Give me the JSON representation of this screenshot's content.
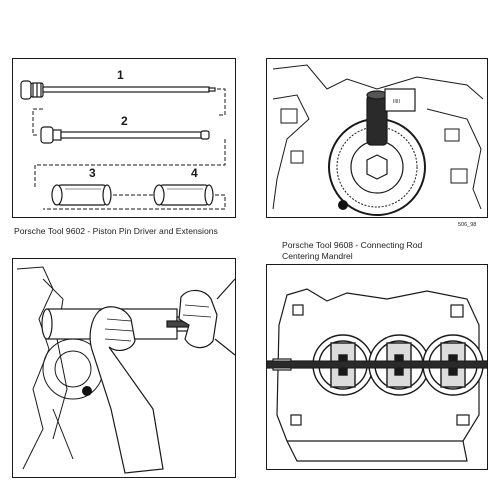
{
  "captions": {
    "tool_9602": "Porsche Tool 9602 - Piston Pin Driver and Extensions",
    "tool_9608_line1": "Porsche Tool 9608 - Connecting Rod",
    "tool_9608_line2": "Centering Mandrel"
  },
  "part_numbers": {
    "driver": "1",
    "extension": "2",
    "sleeve_a": "3",
    "sleeve_b": "4"
  },
  "figure_ref": "506_98"
}
